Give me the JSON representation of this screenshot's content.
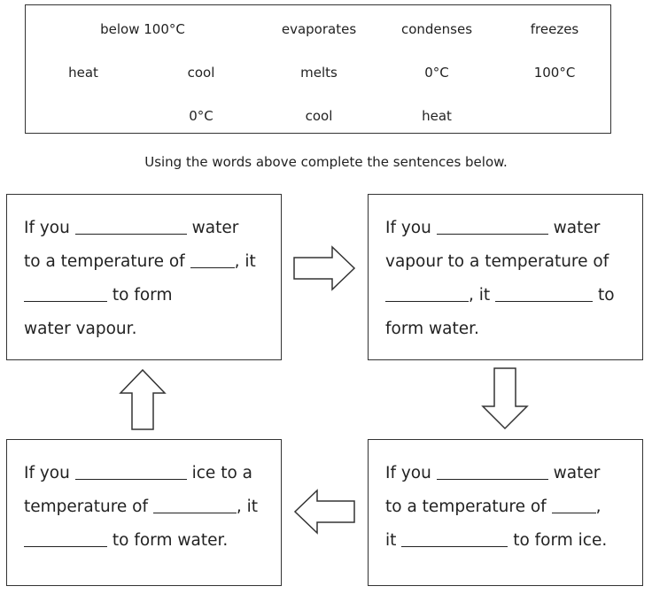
{
  "word_bank": {
    "rows": [
      [
        "below 100°C",
        "evaporates",
        "condenses",
        "freezes"
      ],
      [
        "heat",
        "cool",
        "melts",
        "0°C",
        "100°C"
      ],
      [
        "0°C",
        "cool",
        "heat"
      ]
    ]
  },
  "instruction": "Using the words above complete the sentences below.",
  "cards": {
    "top_left": {
      "l1a": "If you",
      "l1b": "water",
      "l2a": "to a temperature of",
      "l2b": ", it",
      "l3b": "to form",
      "l4": "water vapour."
    },
    "top_right": {
      "l1a": "If you",
      "l1b": "water",
      "l2": "vapour to a temperature of",
      "l3a": ", it",
      "l3b": "to",
      "l4": "form water."
    },
    "bottom_left": {
      "l1a": "If you",
      "l1b": "ice to a",
      "l2a": "temperature of",
      "l2b": ", it",
      "l3b": "to form water."
    },
    "bottom_right": {
      "l1a": "If you",
      "l1b": "water",
      "l2a": "to a temperature of",
      "l2b": ",",
      "l3a": "it",
      "l3b": "to form ice."
    }
  }
}
